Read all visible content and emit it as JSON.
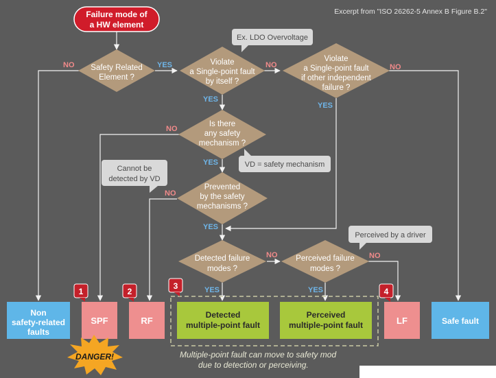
{
  "header": {
    "excerpt": "Excerpt from \"ISO 26262-5 Annex B Figure B.2\""
  },
  "start": {
    "lines": [
      "Failure mode of",
      "a HW element"
    ]
  },
  "decisions": {
    "safety_related": [
      "Safety Related",
      "Element ?"
    ],
    "violate_spf": [
      "Violate",
      "a Single-point fault",
      "by itself ?"
    ],
    "violate_other": [
      "Violate",
      "a Single-point fault",
      "if other independent",
      "failure ?"
    ],
    "safety_mechanism": [
      "Is there",
      "any safety",
      "mechanism ?"
    ],
    "prevented": [
      "Prevented",
      "by the safety",
      "mechanisms ?"
    ],
    "detected": [
      "Detected failure",
      "modes ?"
    ],
    "perceived": [
      "Perceived failure",
      "modes ?"
    ]
  },
  "labels": {
    "yes": "YES",
    "no": "NO"
  },
  "callouts": {
    "ldo": "Ex. LDO Overvoltage",
    "vd": "VD = safety mechanism",
    "cannot": [
      "Cannot be",
      "detected by VD"
    ],
    "driver": "Perceived by a driver"
  },
  "outcomes": {
    "non_safety": [
      "Non",
      "safety-related",
      "faults"
    ],
    "spf": "SPF",
    "rf": "RF",
    "detected_mpf": [
      "Detected",
      "multiple-point fault"
    ],
    "perceived_mpf": [
      "Perceived",
      "multiple-point fault"
    ],
    "lf": "LF",
    "safe": "Safe fault"
  },
  "badges": [
    "1",
    "2",
    "3",
    "4"
  ],
  "danger": "DANGER!",
  "note": [
    "Multiple-point fault can move to safety mod",
    "due to detection or perceiving."
  ],
  "colors": {
    "background": "#5b5b5b",
    "decision": "#b39a7c",
    "start": "#d01c2a",
    "outcome_blue": "#5fb6e8",
    "outcome_pink": "#ee8f8f",
    "outcome_green": "#a8c83c",
    "badge": "#c4202a",
    "danger": "#f5a623"
  }
}
